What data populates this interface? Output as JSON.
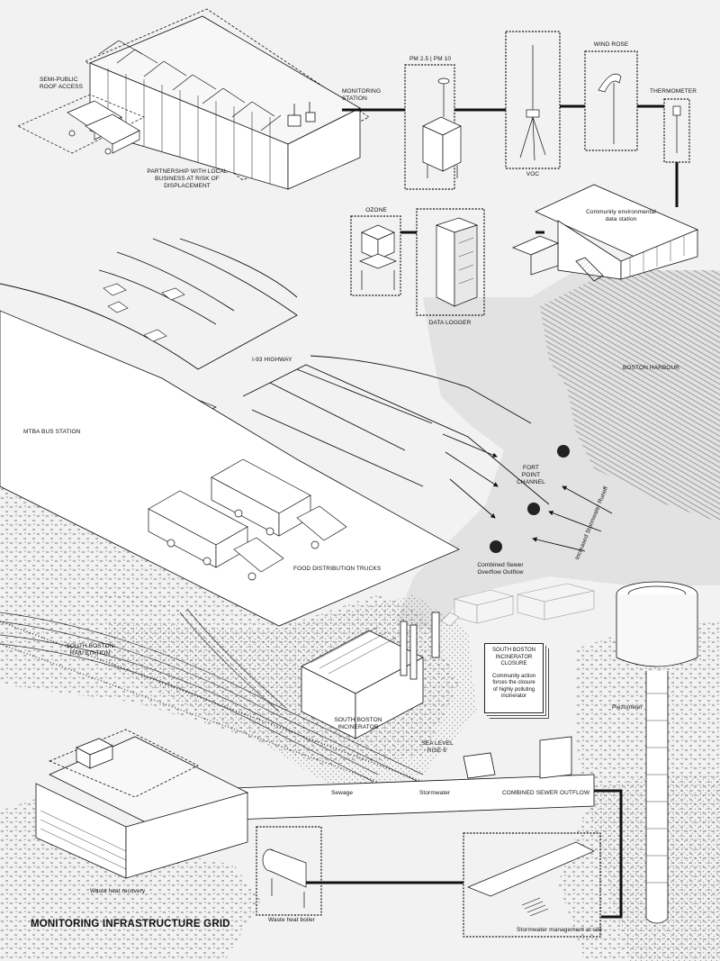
{
  "title": "MONITORING INFRASTRUCTURE GRID",
  "labels": {
    "semi_public_roof_l1": "SEMI-PUBLIC",
    "semi_public_roof_l2": "ROOF ACCESS",
    "monitoring_station_l1": "MONITORING",
    "monitoring_station_l2": "STATION",
    "partnership_l1": "PARTNERSHIP WITH LOCAL",
    "partnership_l2": "BUSINESS AT RISK OF",
    "partnership_l3": "DISPLACEMENT",
    "pm": "PM 2.5 | PM 10",
    "voc": "VOC",
    "wind_rose": "WIND ROSE",
    "thermometer": "THERMOMETER",
    "ozone": "OZONE",
    "data_logger": "DATA LOGGER",
    "community_station_l1": "Community environmental",
    "community_station_l2": "data station",
    "highway": "I-93 HIGHWAY",
    "boston_harbour": "BOSTON HARBOUR",
    "mtba_bus_station": "MTBA BUS STATION",
    "fort_point_l1": "FORT",
    "fort_point_l2": "POINT",
    "fort_point_l3": "CHANNEL",
    "stormwater_runoff": "Increased Stormwater Runoff",
    "cso_outflow_l1": "Combined Sewer",
    "cso_outflow_l2": "Overflow Outflow",
    "food_trucks": "FOOD DISTRIBUTION TRUCKS",
    "rail_station_l1": "SOUTH BOSTON",
    "rail_station_l2": "RAIL STATION",
    "incinerator_l1": "SOUTH BOSTON",
    "incinerator_l2": "INCINERATOR",
    "sea_level_l1": "SEA LEVEL",
    "sea_level_l2": "RISE 6'",
    "piezometer": "Piezometer",
    "sewage": "Sewage",
    "stormwater": "Stormwater",
    "combined_sewer_outflow": "COMBINED SEWER OUTFLOW",
    "waste_heat_recovery": "Waste heat recovery",
    "waste_heat_boiler": "Waste heat boiler",
    "stormwater_management": "Stormwater management at site"
  },
  "note_card": {
    "heading_l1": "SOUTH BOSTON",
    "heading_l2": "INCINERATOR",
    "heading_l3": "CLOSURE",
    "body_l1": "Community action",
    "body_l2": "forces the closure",
    "body_l3": "of highly polluting",
    "body_l4": "incinerator"
  },
  "colors": {
    "background": "#f2f2f2",
    "ink": "#111111",
    "water_grey": "#e2e2e2",
    "hatch": "#8a8a8a"
  }
}
